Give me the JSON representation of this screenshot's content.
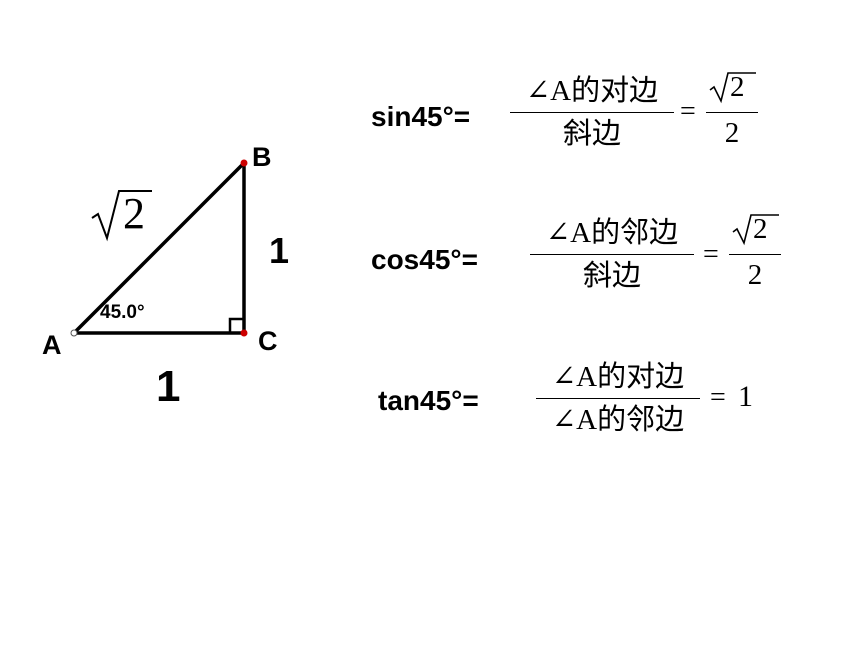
{
  "triangle": {
    "vertex_a": "A",
    "vertex_b": "B",
    "vertex_c": "C",
    "angle_label": "45.0°",
    "hypotenuse_label": "2",
    "side_bc_label": "1",
    "side_ac_label": "1",
    "vertex_a_color": "#ffffff",
    "vertex_b_color": "#cc0000",
    "vertex_c_color": "#cc0000"
  },
  "formulas": {
    "sin": {
      "label": "sin45°=",
      "numerator": "∠A的对边",
      "denominator": "斜边",
      "equals": "=",
      "result_radicand": "2",
      "result_denominator": "2"
    },
    "cos": {
      "label": "cos45°=",
      "numerator": "∠A的邻边",
      "denominator": "斜边",
      "equals": "=",
      "result_radicand": "2",
      "result_denominator": "2"
    },
    "tan": {
      "label": "tan45°=",
      "numerator": "∠A的对边",
      "denominator": "∠A的邻边",
      "equals": "=",
      "result": "1"
    }
  }
}
